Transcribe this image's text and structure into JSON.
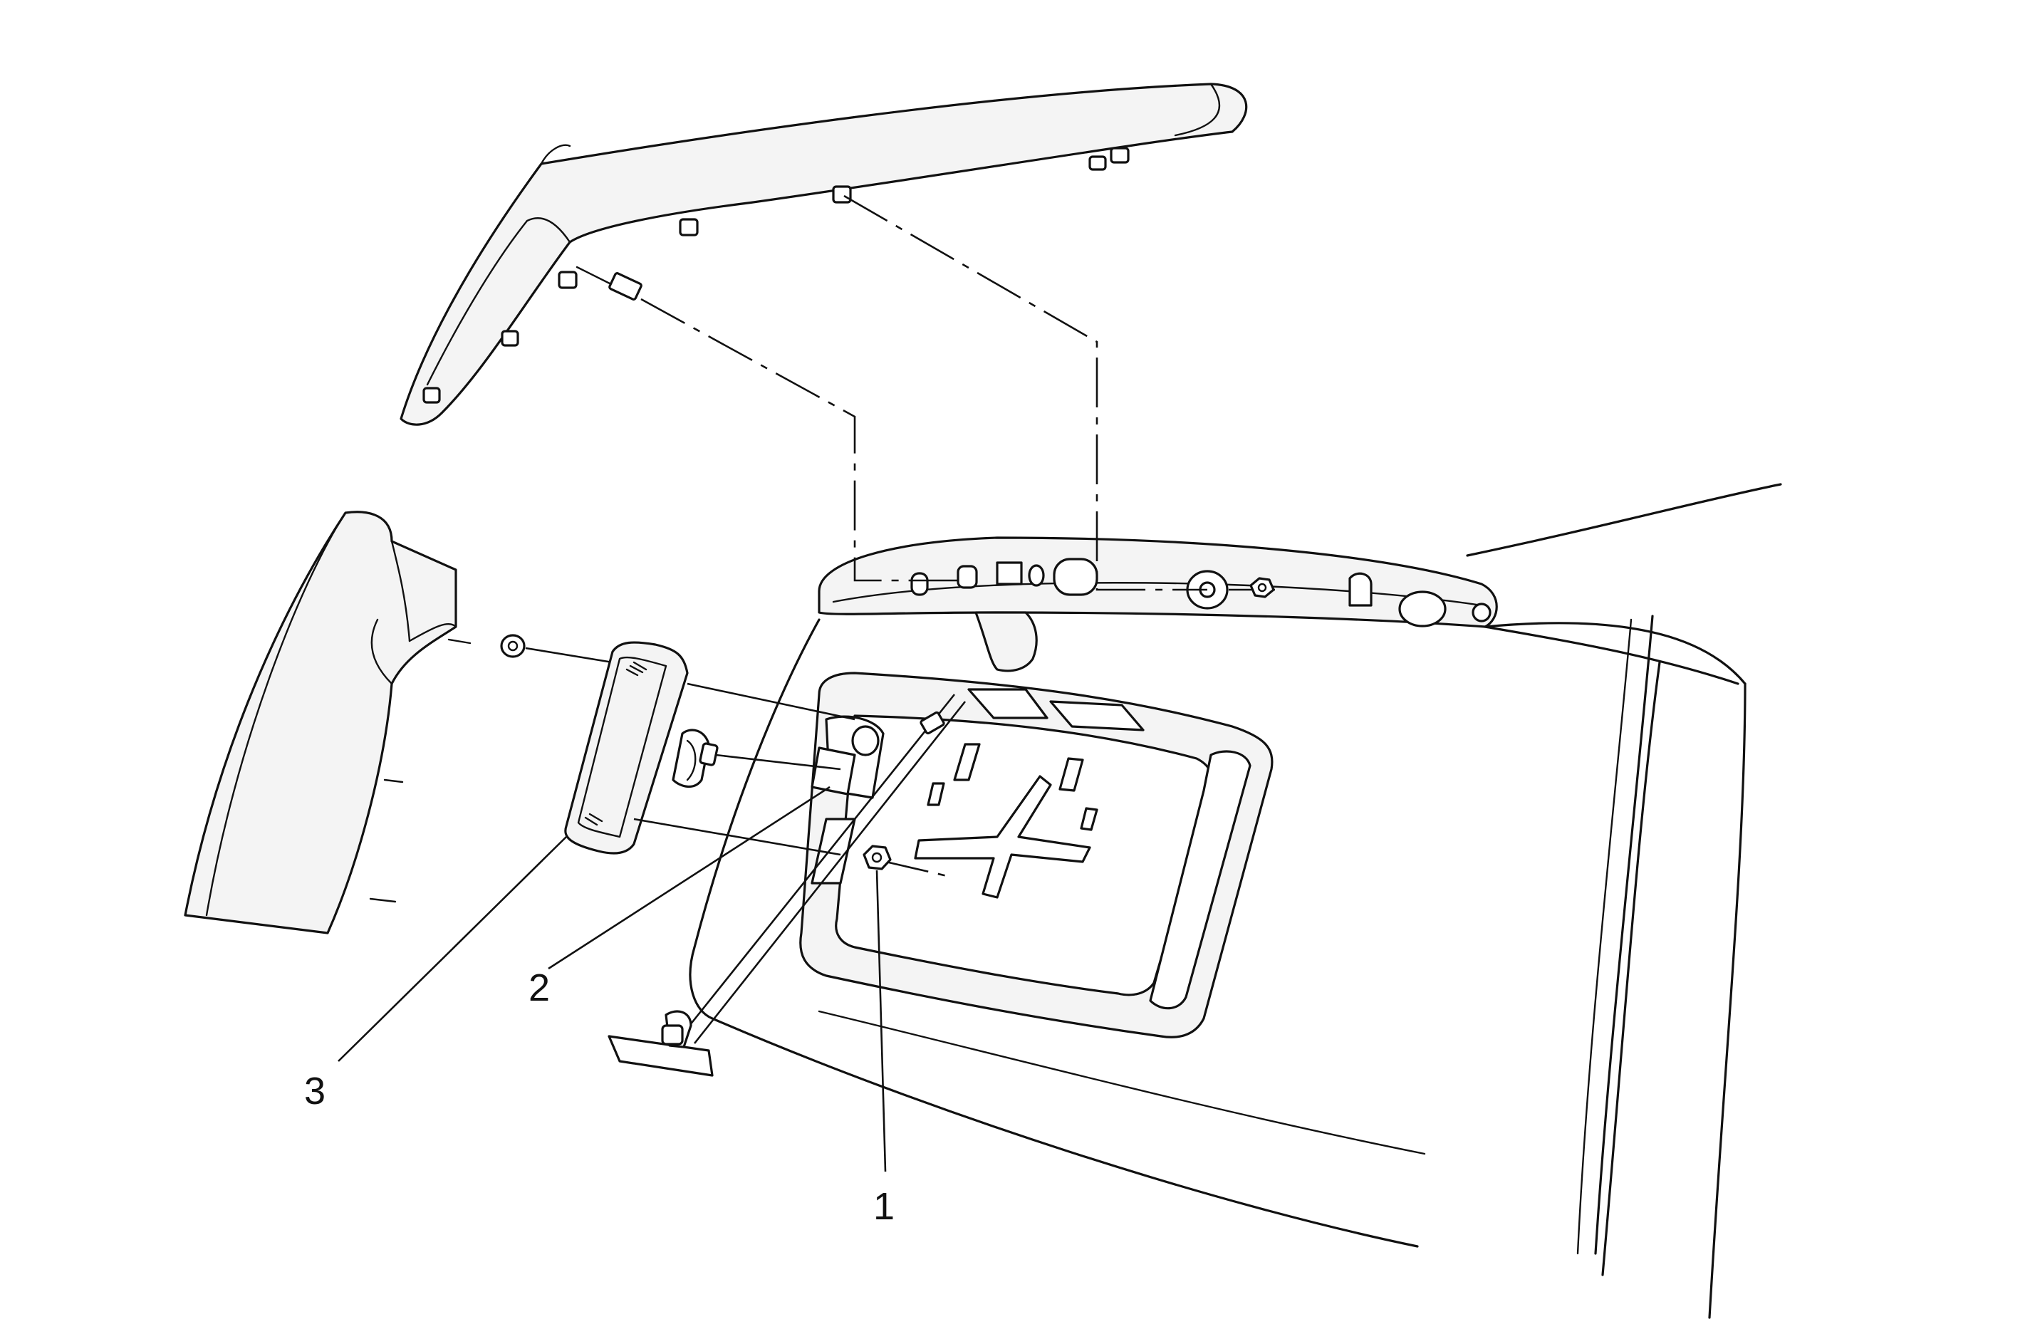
{
  "diagram": {
    "callouts": [
      {
        "id": "1",
        "label": "1"
      },
      {
        "id": "2",
        "label": "2"
      },
      {
        "id": "3",
        "label": "3"
      }
    ],
    "colors": {
      "line": "#111111",
      "panel_fill": "#f4f4f4",
      "background": "#ffffff"
    }
  }
}
